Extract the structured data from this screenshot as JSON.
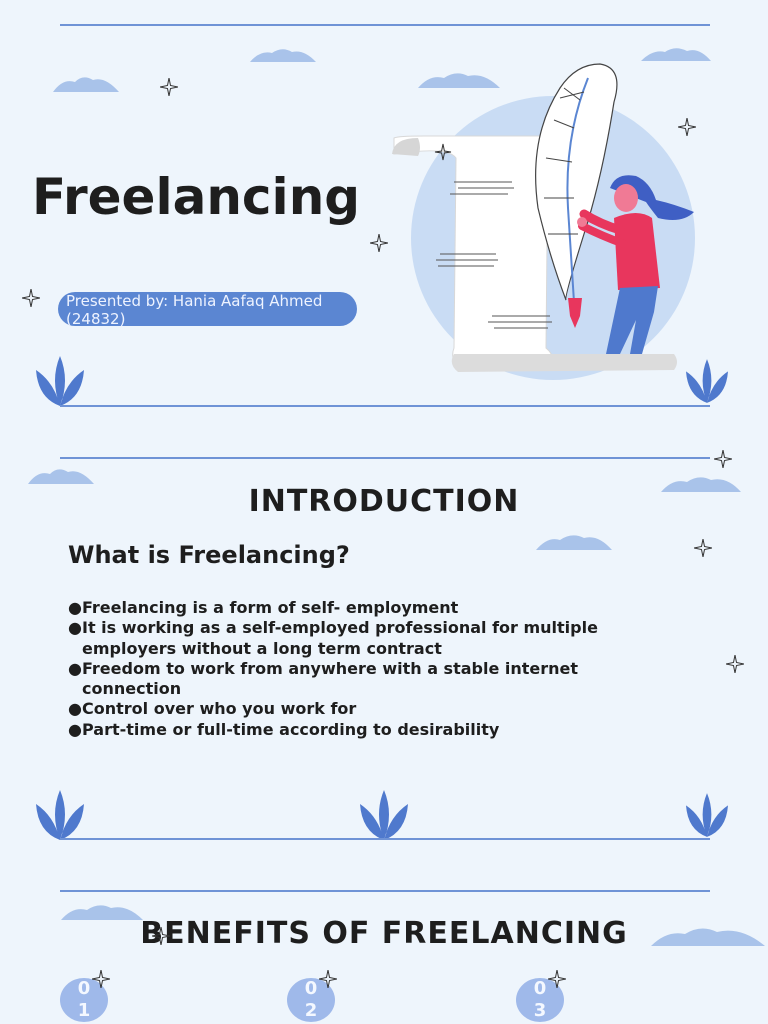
{
  "slide1": {
    "title": "Freelancing",
    "presenter_line1": "Presented by: Hania Aafaq Ahmed",
    "presenter_line2": "(24832)"
  },
  "slide2": {
    "title": "INTRODUCTION",
    "subtitle": "What is Freelancing?",
    "bullet_char": "●",
    "bullets": [
      "Freelancing is a form of self- employment",
      "It is working as a self-employed professional for multiple employers without a long term contract",
      "Freedom to work from anywhere with a stable internet connection",
      "Control over who you work for",
      "Part-time or full-time according to desirability"
    ]
  },
  "slide3": {
    "title": "BENEFITS OF FREELANCING",
    "numbers": [
      "01",
      "02",
      "03"
    ]
  },
  "colors": {
    "background": "#eef5fc",
    "accent": "#5b86d2",
    "text": "#1e1e1e",
    "illustration_red": "#e8365d"
  },
  "icons": [
    "sparkle-icon",
    "cloud-icon",
    "leaf-plant-icon",
    "quill-pen-icon",
    "paper-scroll-icon",
    "woman-figure-icon"
  ]
}
